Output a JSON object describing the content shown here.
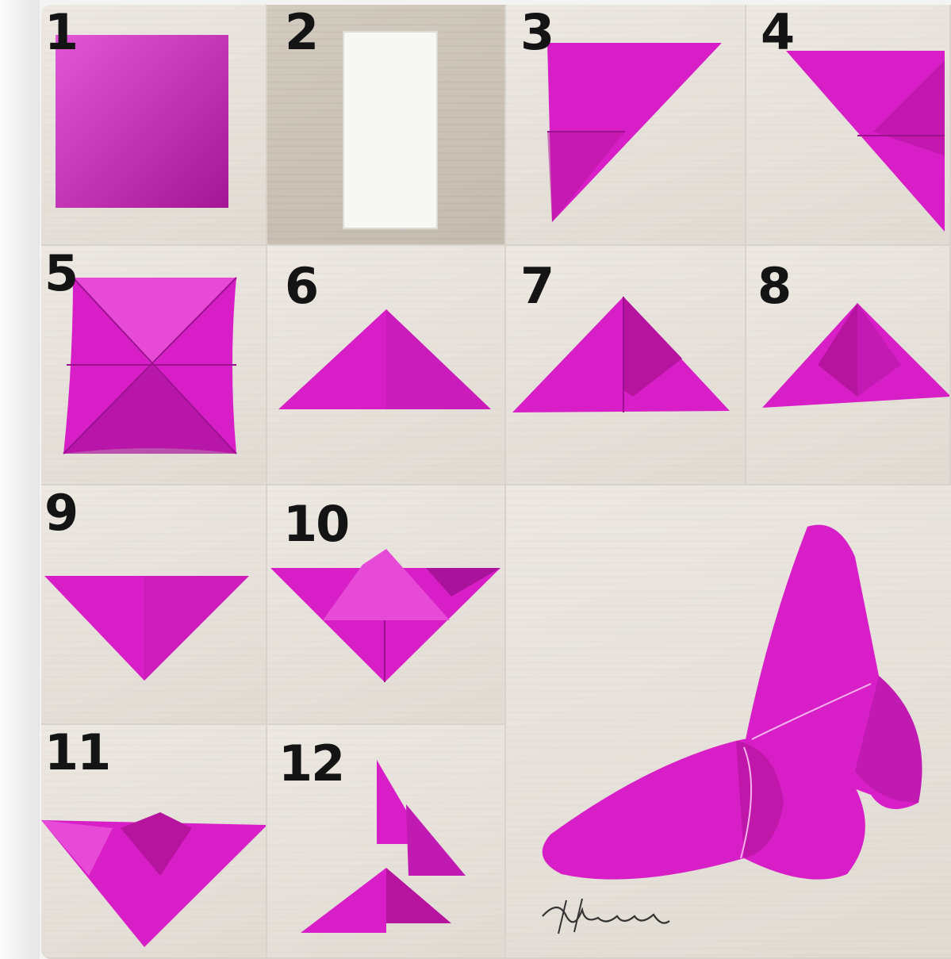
{
  "colors": {
    "paper_magenta": "#d81fc7",
    "paper_shadow": "#a8139a",
    "paper_light": "#ea4fdc",
    "white_paper": "#f7f7f4",
    "number_color": "#141414"
  },
  "steps": [
    {
      "label": "1"
    },
    {
      "label": "2"
    },
    {
      "label": "3"
    },
    {
      "label": "4"
    },
    {
      "label": "5"
    },
    {
      "label": "6"
    },
    {
      "label": "7"
    },
    {
      "label": "8"
    },
    {
      "label": "9"
    },
    {
      "label": "10"
    },
    {
      "label": "11"
    },
    {
      "label": "12"
    }
  ],
  "final": {
    "signature": "Henniey"
  }
}
